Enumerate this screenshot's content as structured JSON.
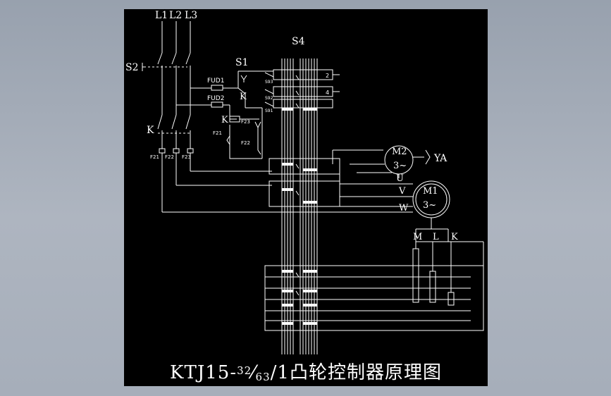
{
  "colors": {
    "viewer_background": "#a3abb8",
    "drawing_background": "#000000",
    "linework": "#ffffff"
  },
  "labels": {
    "phase1": "L1",
    "phase2": "L2",
    "phase3": "L3",
    "s2": "S2",
    "s4": "S4",
    "s1": "S1",
    "fu1": "FUD1",
    "fu2": "FUD2",
    "k_main": "K",
    "k_coil": "K",
    "k_contact": "K",
    "f21": "F21",
    "f22": "F22",
    "f23": "F23",
    "f23_right": "F23",
    "f21_left": "F21",
    "f22_right": "F22",
    "s93": "S93",
    "s92": "S92",
    "s91": "S91",
    "m2": "M2",
    "m2_type": "3~",
    "ya": "YA",
    "u": "U",
    "m1": "M1",
    "m1_type": "3~",
    "v": "V",
    "w": "W",
    "m": "M",
    "l": "L",
    "k_right": "K",
    "term2": "2",
    "term4": "4"
  },
  "title": {
    "prefix": "KTJ15-",
    "sup": "32",
    "slash": "⁄",
    "sub": "63",
    "suffix": "/1凸轮控制器原理图"
  }
}
